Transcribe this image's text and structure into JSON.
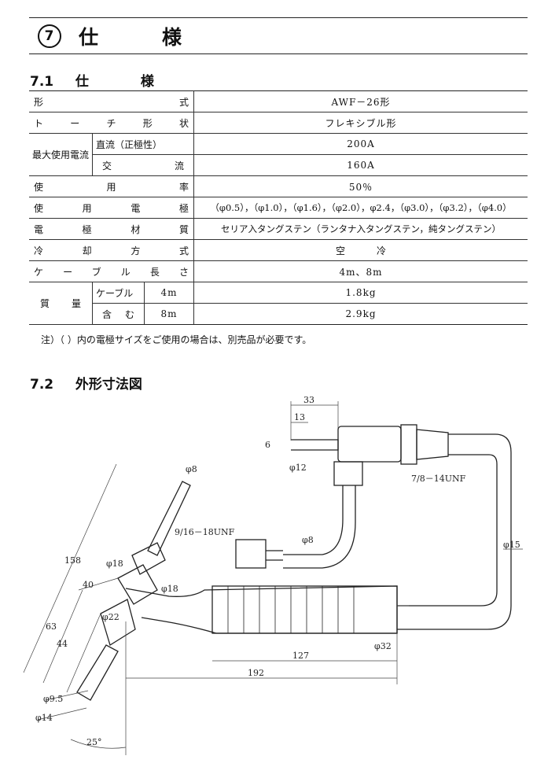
{
  "chapter": {
    "number": "7",
    "title_1": "仕",
    "title_2": "様"
  },
  "section1": {
    "number": "7.1",
    "title_1": "仕",
    "title_2": "様"
  },
  "spec": {
    "model_label": "形式",
    "model_value": "AWF－26形",
    "shape_label": "トーチ形状",
    "shape_value": "フレキシブル形",
    "current_label": "最大使用電流",
    "dc_label": "直流（正極性）",
    "dc_value": "200A",
    "ac_label": "交流",
    "ac_value": "160A",
    "duty_label": "使用率",
    "duty_value": "50％",
    "electrode_label": "使用電極",
    "electrode_value": "（φ0.5），（φ1.0），（φ1.6），（φ2.0），φ2.4，（φ3.0），（φ3.2），（φ4.0）",
    "material_label": "電極材質",
    "material_value": "セリア入タングステン（ランタナ入タングステン，純タングステン）",
    "cooling_label": "冷却方式",
    "cooling_value": "空冷",
    "cable_label": "ケーブル長さ",
    "cable_value": "4m、8m",
    "mass_label": "質量",
    "mass_cable_label": "ケーブル",
    "mass_incl_label": "含む",
    "mass_4m_label": "4m",
    "mass_4m_value": "1.8kg",
    "mass_8m_label": "8m",
    "mass_8m_value": "2.9kg"
  },
  "note": "注）（ ）内の電極サイズをご使用の場合は、別売品が必要です。",
  "section2": {
    "number": "7.2",
    "title": "外形寸法図"
  },
  "dims": {
    "d33": "33",
    "d13": "13",
    "d6": "6",
    "d12": "φ12",
    "unf78": "7/8－14UNF",
    "unf916": "9/16－18UNF",
    "d8_hose": "φ8",
    "d15": "φ15",
    "d8_cap": "φ8",
    "d158": "158",
    "d18_cap": "φ18",
    "d18_neck": "φ18",
    "d40": "40",
    "d63": "63",
    "d44": "44",
    "d22": "φ22",
    "d95": "φ9.5",
    "d14": "φ14",
    "ang25": "25°",
    "d32": "φ32",
    "d127": "127",
    "d192": "192"
  }
}
